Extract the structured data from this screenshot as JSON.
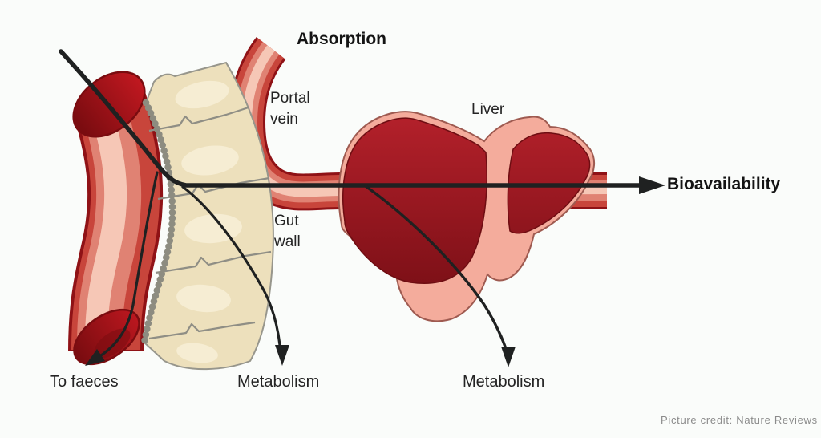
{
  "figure": {
    "background": "#fafcfa",
    "labels": {
      "absorption": "Absorption",
      "portal_vein": "Portal\nvein",
      "liver": "Liver",
      "gut_wall": "Gut\nwall",
      "bioavailability": "Bioavailability",
      "to_faeces": "To faeces",
      "gut_metabolism": "Metabolism",
      "liver_metabolism": "Metabolism",
      "credit": "Picture credit: Nature Reviews"
    },
    "colors": {
      "arrow_black": "#1f2121",
      "vessel_edge_dark": "#8f1216",
      "vessel_base": "#c8453b",
      "vessel_mid": "#e08273",
      "vessel_highlight": "#f6c7b6",
      "lumen_dark": "#7a0c10",
      "lumen_red": "#c01820",
      "gut_wall_fill": "#ede0bc",
      "gut_wall_light": "#f7efd6",
      "gut_wall_outline": "#97968c",
      "divider_gray": "#8f8e85",
      "villi_gray": "#8d8c80",
      "liver_red_light": "#b2202a",
      "liver_red_dark": "#7a0f16",
      "liver_outline": "#6e0d12",
      "liver_pink": "#f4ac9c",
      "liver_pink_outline": "#9e5a50",
      "credit_gray": "#8b8b8b"
    }
  }
}
